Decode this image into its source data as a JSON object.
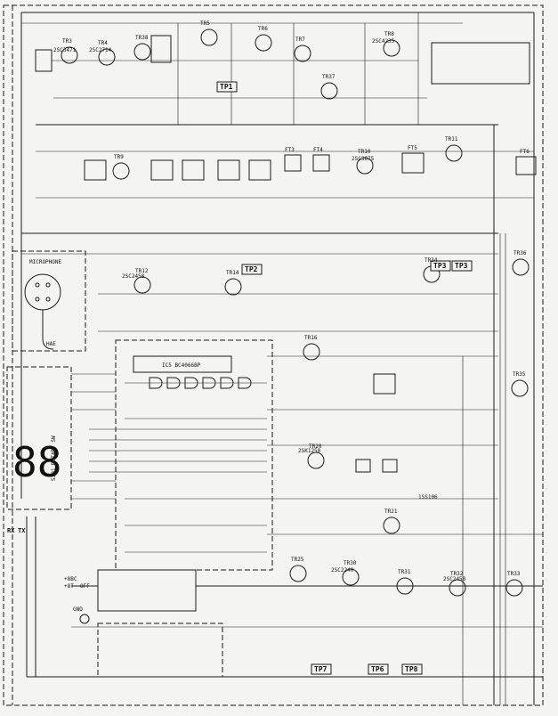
{
  "diagram": {
    "test_points": [
      "TP1",
      "TP2",
      "TP3",
      "TP3",
      "TP7",
      "TP6",
      "TP8"
    ],
    "ic_main": "IC5 BC4066BP",
    "rotary_switch": "S301 ROTARY SW",
    "display_digits": "88",
    "microphone": {
      "label": "MICROPHONE",
      "sub_label": "HAE"
    },
    "transistor_labels": [
      "TR3",
      "TR4",
      "TR5",
      "TR6",
      "TR7",
      "TR8",
      "TR9",
      "TR10",
      "TR11",
      "TR12",
      "TR14",
      "TR16",
      "TR20",
      "TR21",
      "TR25",
      "TR30",
      "TR31",
      "TR32",
      "TR33",
      "TR34",
      "TR35",
      "TR36",
      "TR37",
      "TR38"
    ],
    "part_numbers": [
      "2SC3471",
      "2SC2714",
      "2SC4235",
      "2SC3675",
      "2SC2458",
      "2SK1250",
      "2SC2458",
      "1SS106",
      "2SC2240"
    ],
    "crystal_filters": [
      "FT3",
      "FT4",
      "FT5",
      "FT6"
    ],
    "switch_labels": [
      "RX",
      "TX",
      "+8BC",
      "+8T",
      "OFF",
      "GND"
    ]
  }
}
